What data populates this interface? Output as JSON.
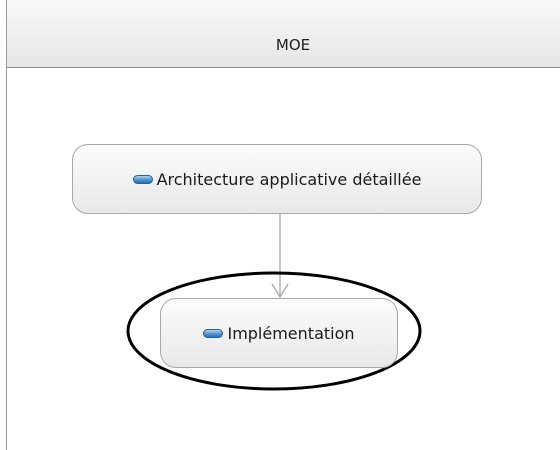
{
  "lane": {
    "title": "MOE"
  },
  "nodes": [
    {
      "label": "Architecture applicative détaillée",
      "icon": "activity-pill-icon"
    },
    {
      "label": "Implémentation",
      "icon": "activity-pill-icon",
      "highlighted": true
    }
  ],
  "colors": {
    "node_border": "#a8a8a8",
    "edge": "#a0a0a0",
    "highlight_ellipse": "#000000",
    "icon_blue": "#4b8fd0"
  }
}
